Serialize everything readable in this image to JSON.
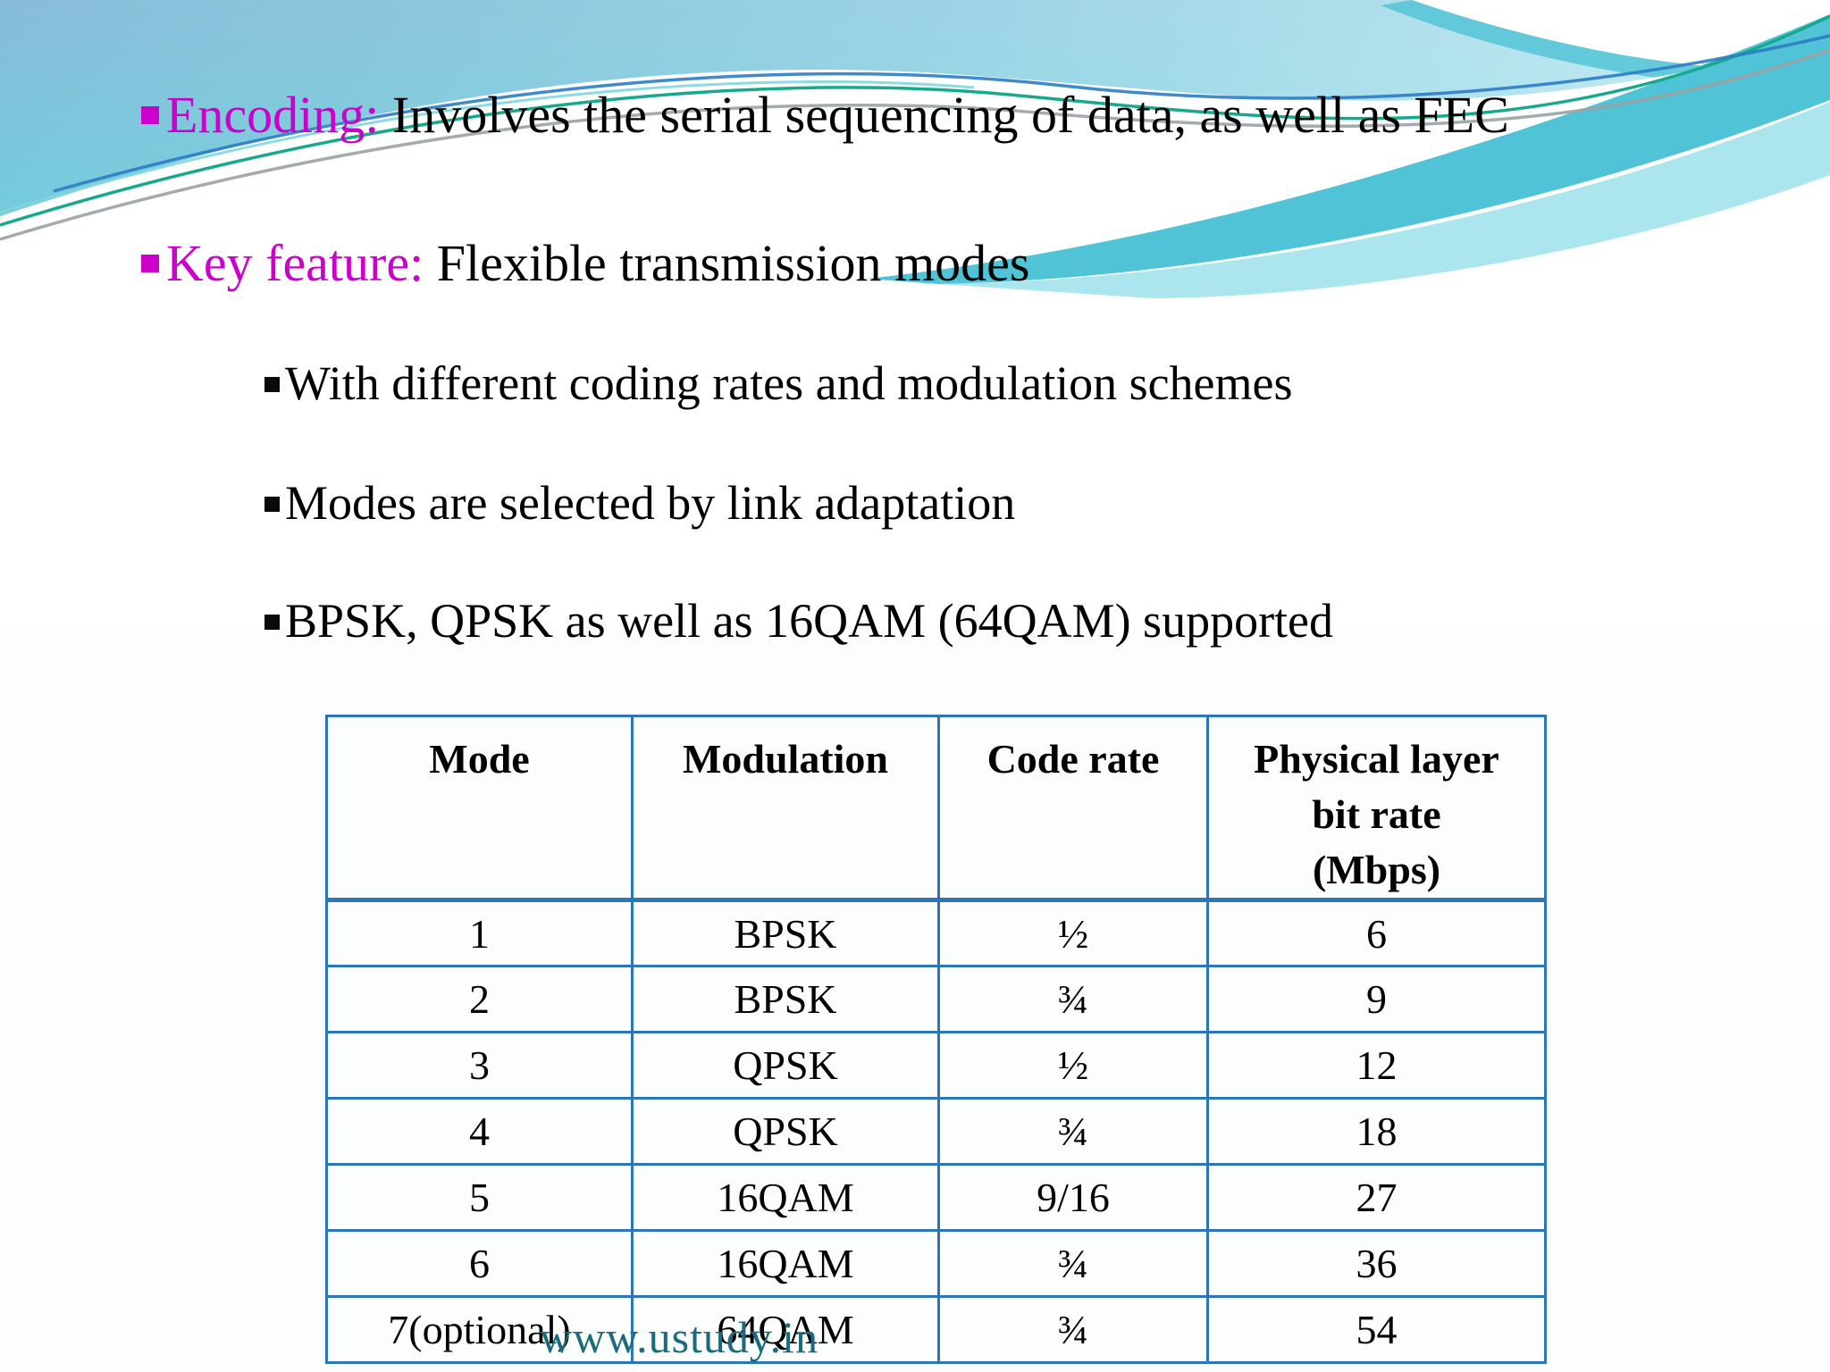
{
  "slide": {
    "bullets": [
      {
        "lead": "Encoding:",
        "text": " Involves the serial sequencing of data, as well as FEC"
      },
      {
        "lead": "Key feature:",
        "text": " Flexible transmission modes"
      }
    ],
    "sub_bullets": [
      "With different coding rates and modulation schemes",
      "Modes are selected by link adaptation",
      "BPSK, QPSK as well as 16QAM (64QAM) supported"
    ],
    "watermark": "www.ustudy.in",
    "colors": {
      "bullet_accent": "#CC00CC",
      "table_border": "#2E75B6",
      "watermark_text": "#1A6A80",
      "wave_teal": "#47C0D4",
      "wave_sky_top": "#88BCD9",
      "wave_sky_bottom": "#63D9DD"
    }
  },
  "table": {
    "headers": [
      {
        "lines": [
          "Mode"
        ]
      },
      {
        "lines": [
          "Modulation"
        ]
      },
      {
        "lines": [
          "Code rate"
        ]
      },
      {
        "lines": [
          "Physical layer",
          "bit rate",
          "(Mbps)"
        ]
      }
    ],
    "rows": [
      [
        "1",
        "BPSK",
        "½",
        "6"
      ],
      [
        "2",
        "BPSK",
        "¾",
        "9"
      ],
      [
        "3",
        "QPSK",
        "½",
        "12"
      ],
      [
        "4",
        "QPSK",
        "¾",
        "18"
      ],
      [
        "5",
        "16QAM",
        "9/16",
        "27"
      ],
      [
        "6",
        "16QAM",
        "¾",
        "36"
      ],
      [
        "7(optional)",
        "64QAM",
        "¾",
        "54"
      ]
    ]
  }
}
